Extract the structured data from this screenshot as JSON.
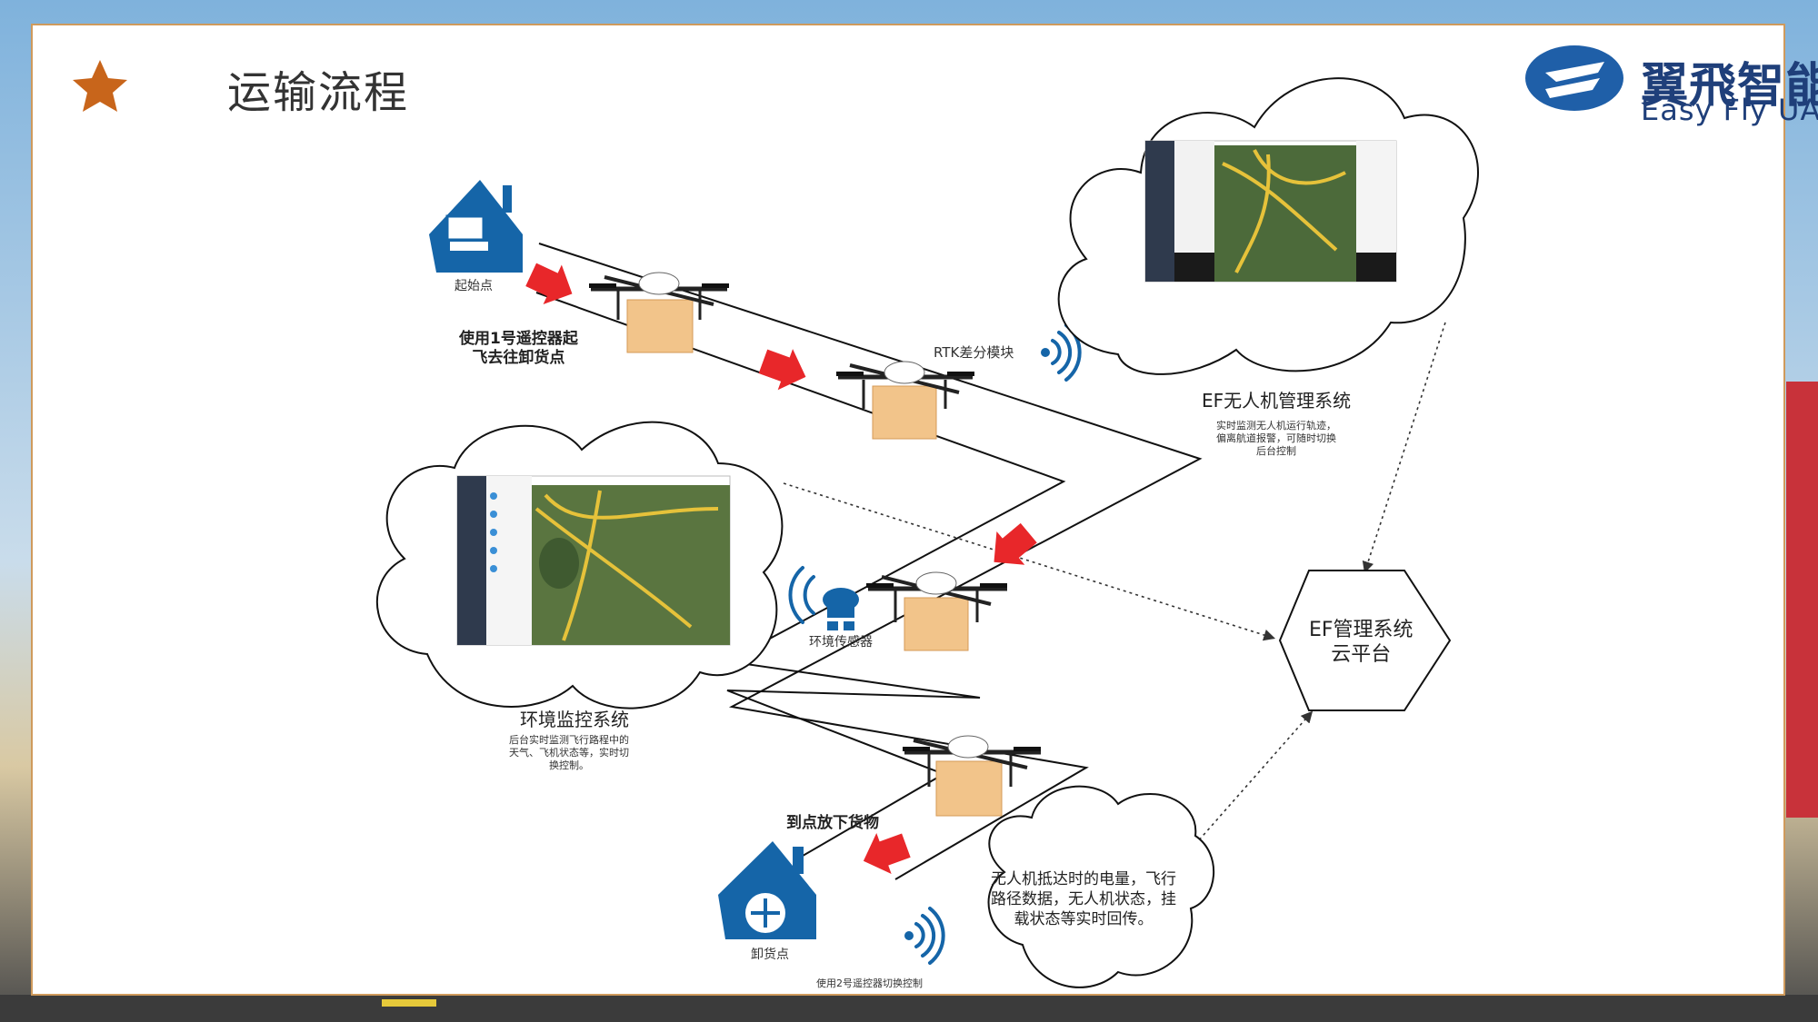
{
  "slide": {
    "title": "运输流程",
    "star_icon": "star-icon",
    "accent_color": "#c8651b"
  },
  "logo": {
    "name_cn": "翼飛智能",
    "name_en": "Easy Fly UAV",
    "color": "#1f3f7a"
  },
  "nodes": {
    "start_label": "起始点",
    "unload_label": "卸货点",
    "rtk_label": "RTK差分模块",
    "env_sensor_label": "环境传感器"
  },
  "steps": {
    "takeoff": [
      "使用1号遥控器起",
      "飞去往卸货点"
    ],
    "drop_cargo": "到点放下货物",
    "switch_remote": "使用2号遥控器切换控制"
  },
  "ef_system": {
    "title": "EF无人机管理系统",
    "desc": [
      "实时监测无人机运行轨迹，",
      "偏离航道报警，可随时切换",
      "后台控制"
    ]
  },
  "env_system": {
    "title": "环境监控系统",
    "desc": [
      "后台实时监测飞行路程中的",
      "天气、飞机状态等，实时切",
      "换控制。"
    ]
  },
  "cloud_platform": {
    "lines": [
      "EF管理系统",
      "云平台"
    ]
  },
  "telemetry_note": {
    "lines": [
      "无人机抵达时的电量，飞行",
      "路径数据，无人机状态，挂",
      "载状态等实时回传。"
    ]
  },
  "colors": {
    "arrow": "#e8272a",
    "house": "#1565a8",
    "wifi": "#1565a8",
    "cargo": "#f2c48a"
  }
}
